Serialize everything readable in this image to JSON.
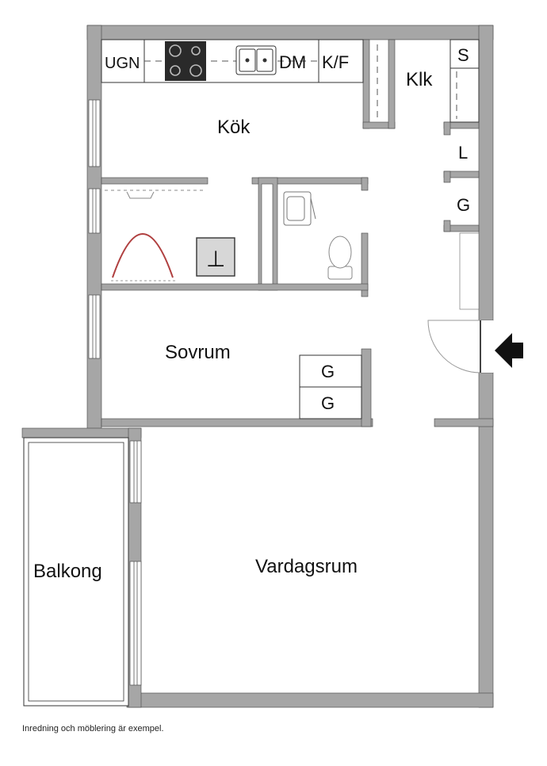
{
  "rooms": {
    "kitchen": "Kök",
    "closet_klk": "Klk",
    "bedroom": "Sovrum",
    "living_room": "Vardagsrum",
    "balcony": "Balkong"
  },
  "fixtures": {
    "oven": "UGN",
    "dishwasher": "DM",
    "fridge_freezer": "K/F",
    "storage_s": "S",
    "storage_l": "L",
    "wardrobe_g": "G",
    "laundry_symbol": "⊥"
  },
  "footer": {
    "note": "Inredning och möblering är exempel."
  },
  "colors": {
    "wall": "#a6a6a6",
    "wall_outline": "#333333",
    "arrow": "#111111",
    "door_swing": "#999999",
    "shower_curve": "#b04040"
  }
}
